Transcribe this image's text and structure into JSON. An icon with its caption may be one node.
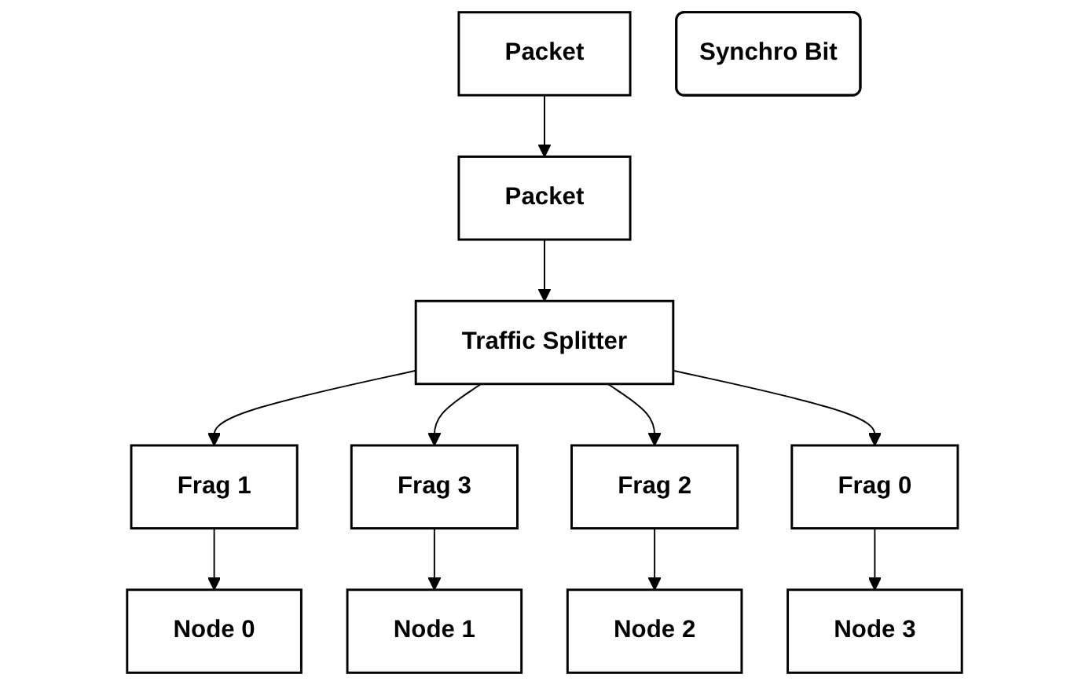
{
  "diagram": {
    "nodes": [
      {
        "text": [
          "Packet"
        ]
      },
      {
        "text": [
          "Packet"
        ]
      },
      {
        "text": [
          "Traffic Splitter"
        ]
      },
      {
        "text": [
          "Synchro Bit"
        ]
      },
      {
        "text": [
          "Frag 1"
        ]
      },
      {
        "text": [
          "Frag 3"
        ]
      },
      {
        "text": [
          "Frag 2"
        ]
      },
      {
        "text": [
          "Frag 0"
        ]
      },
      {
        "text": [
          "Node 0"
        ]
      },
      {
        "text": [
          "Node 1"
        ]
      },
      {
        "text": [
          "Node 2"
        ]
      },
      {
        "text": [
          "Node 3"
        ]
      }
    ],
    "edges": [
      {
        "from": 0,
        "to": 1,
        "arrow": "to"
      },
      {
        "from": 1,
        "to": 2,
        "arrow": "to"
      },
      {
        "from": 2,
        "to": 4,
        "arrow": "to"
      },
      {
        "from": 2,
        "to": 5,
        "arrow": "to"
      },
      {
        "from": 2,
        "to": 6,
        "arrow": "to"
      },
      {
        "from": 2,
        "to": 7,
        "arrow": "to"
      },
      {
        "from": 4,
        "to": 8,
        "arrow": "to"
      },
      {
        "from": 5,
        "to": 9,
        "arrow": "to"
      },
      {
        "from": 6,
        "to": 10,
        "arrow": "to"
      },
      {
        "from": 7,
        "to": 11,
        "arrow": "to"
      }
    ]
  }
}
